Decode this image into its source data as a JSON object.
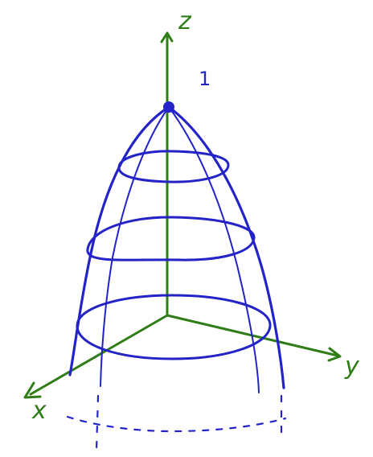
{
  "diagram": {
    "axis_labels": {
      "z": "z",
      "y": "y",
      "x": "x"
    },
    "apex_value": "1",
    "colors": {
      "axis": "#2f7d16",
      "surface": "#2323c8",
      "background": "#ffffff"
    },
    "icons": {
      "apex_point": "filled-dot-icon"
    }
  }
}
